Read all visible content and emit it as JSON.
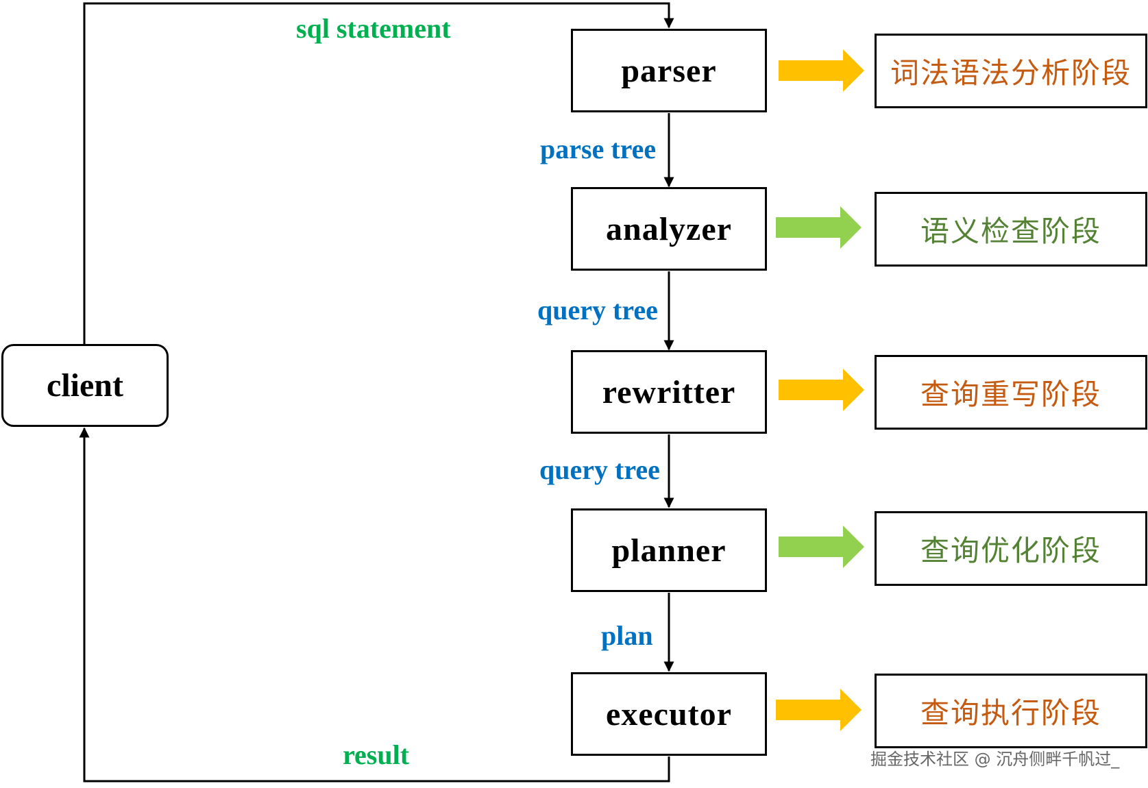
{
  "client": {
    "label": "client"
  },
  "stages": [
    {
      "label": "parser"
    },
    {
      "label": "analyzer"
    },
    {
      "label": "rewritter"
    },
    {
      "label": "planner"
    },
    {
      "label": "executor"
    }
  ],
  "flow_labels": {
    "sql_statement": "sql statement",
    "parse_tree": "parse tree",
    "query_tree_1": "query tree",
    "query_tree_2": "query tree",
    "plan": "plan",
    "result": "result"
  },
  "phases": [
    {
      "label": "词法语法分析阶段",
      "color": "#c55a11",
      "arrow_color": "#ffc000"
    },
    {
      "label": "语义检查阶段",
      "color": "#548235",
      "arrow_color": "#92d050"
    },
    {
      "label": "查询重写阶段",
      "color": "#c55a11",
      "arrow_color": "#ffc000"
    },
    {
      "label": "查询优化阶段",
      "color": "#548235",
      "arrow_color": "#92d050"
    },
    {
      "label": "查询执行阶段",
      "color": "#c55a11",
      "arrow_color": "#ffc000"
    }
  ],
  "watermark": "掘金技术社区 @ 沉舟侧畔千帆过_"
}
